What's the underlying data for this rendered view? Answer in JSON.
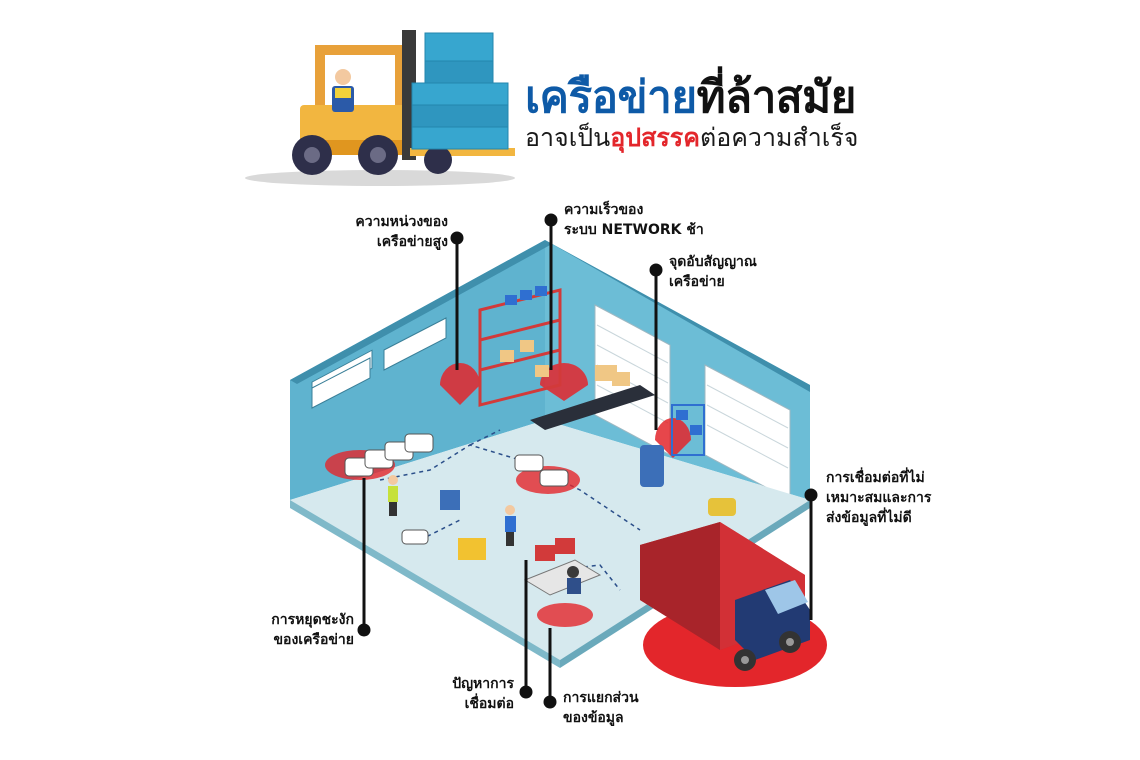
{
  "title": {
    "line1_part1": "เครือข่าย",
    "line1_part2": "ที่ล้าสมัย",
    "line2_part1": "อาจเป็น",
    "line2_part2": "อุปสรรค",
    "line2_part3": "ต่อความสำเร็จ"
  },
  "colors": {
    "title_blue": "#0e5aa7",
    "accent_red": "#e3262b",
    "wall_blue": "#5fb3cf",
    "floor": "#d6e9ee"
  },
  "callouts": [
    {
      "id": "latency",
      "line1": "ความหน่วงของ",
      "line2": "เครือข่ายสูง"
    },
    {
      "id": "speed",
      "line1": "ความเร็วของ",
      "line2": "ระบบ NETWORK ช้า"
    },
    {
      "id": "bottleneck",
      "line1": "จุดอับสัญญาณ",
      "line2": "เครือข่าย"
    },
    {
      "id": "unsuitable",
      "line1": "การเชื่อมต่อที่ไม่",
      "line2": "เหมาะสมและการ",
      "line3": "ส่งข้อมูลที่ไม่ดี"
    },
    {
      "id": "outage",
      "line1": "การหยุดชะงัก",
      "line2": "ของเครือข่าย"
    },
    {
      "id": "connection",
      "line1": "ปัญหาการ",
      "line2": "เชื่อมต่อ"
    },
    {
      "id": "silo",
      "line1": "การแยกส่วน",
      "line2": "ของข้อมูล"
    }
  ]
}
